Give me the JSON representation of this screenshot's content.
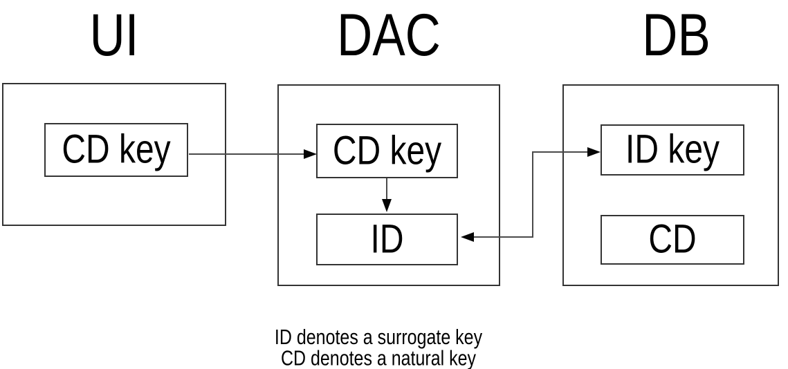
{
  "diagram": {
    "columns": [
      {
        "id": "ui",
        "title": "UI",
        "boxes": [
          {
            "label": "CD key"
          }
        ]
      },
      {
        "id": "dac",
        "title": "DAC",
        "boxes": [
          {
            "label": "CD key"
          },
          {
            "label": "ID"
          }
        ]
      },
      {
        "id": "db",
        "title": "DB",
        "boxes": [
          {
            "label": "ID key"
          },
          {
            "label": "CD"
          }
        ]
      }
    ],
    "arrows": [
      {
        "name": "ui-cdkey-to-dac-cdkey",
        "direction": "right"
      },
      {
        "name": "dac-cdkey-to-dac-id",
        "direction": "down"
      },
      {
        "name": "dac-id-db-idkey-elbow",
        "direction": "both"
      }
    ],
    "caption": {
      "line1": "ID denotes a surrogate key",
      "line2": "CD denotes a natural key"
    },
    "colors": {
      "bg": "#ffffff",
      "text": "#000000",
      "border": "#333333",
      "line": "#4a4a4a",
      "arrowhead": "#050505"
    }
  }
}
